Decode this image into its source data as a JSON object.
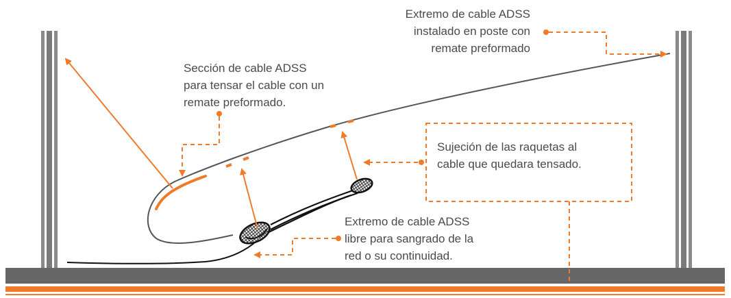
{
  "colors": {
    "accent": "#f07a2a",
    "cable": "#555555",
    "ground": "#666666",
    "pole": "#8a8a8a",
    "text": "#4a4a4a"
  },
  "labels": {
    "top_end": {
      "lines": [
        "Extremo de cable ADSS",
        "instalado en poste con",
        "remate preformado"
      ]
    },
    "section": {
      "lines": [
        "Sección de cable ADSS",
        "para tensar el cable con un",
        "remate preformado."
      ]
    },
    "grips": {
      "lines": [
        "Sujeción de las raquetas al",
        "cable que quedara tensado."
      ]
    },
    "free_end": {
      "lines": [
        "Extremo de cable ADSS",
        "libre para sangrado de la",
        "red o su continuidad."
      ]
    }
  },
  "icons": [
    "pole-left",
    "pole-right",
    "mesh-grip-large",
    "mesh-grip-small",
    "ground-bar"
  ]
}
